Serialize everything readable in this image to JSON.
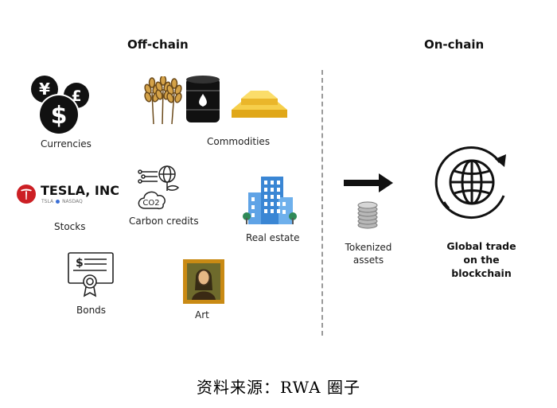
{
  "headings": {
    "off_chain": "Off-chain",
    "on_chain": "On-chain"
  },
  "assets": {
    "currencies": "Currencies",
    "commodities": "Commodities",
    "stocks": "Stocks",
    "carbon_credits": "Carbon credits",
    "real_estate": "Real estate",
    "bonds": "Bonds",
    "art": "Art"
  },
  "stock_logo": {
    "brand": "TESLA, INC",
    "ticker": "TSLA",
    "exchange": "NASDAQ"
  },
  "currency_symbols": {
    "yen": "¥",
    "pound": "£",
    "dollar": "$"
  },
  "carbon_icon_text": "CO2",
  "tokenized": {
    "line1": "Tokenized",
    "line2": "assets"
  },
  "global": {
    "line1": "Global trade",
    "line2": "on the blockchain"
  },
  "caption": "资料来源：RWA 圈子",
  "colors": {
    "gold": "#f2b823",
    "building_blue": "#3a86d4",
    "frame_gold": "#c98a14",
    "tesla_red": "#cc1f24"
  }
}
